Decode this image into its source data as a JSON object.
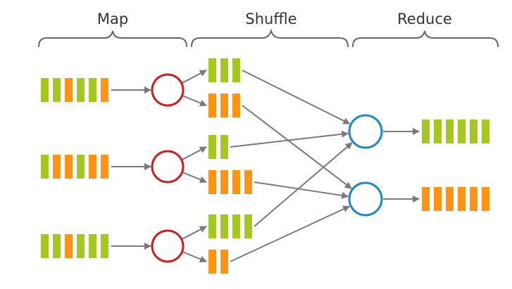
{
  "phases": [
    {
      "id": "map",
      "label": "Map"
    },
    {
      "id": "shuffle",
      "label": "Shuffle"
    },
    {
      "id": "reduce",
      "label": "Reduce"
    }
  ],
  "colors": {
    "green": "#a5c820",
    "orange": "#ff9316",
    "mapper_stroke": "#cc1e1e",
    "reducer_stroke": "#1e88c8",
    "arrow": "#7a7a7a",
    "brace": "#666666",
    "text": "#333333"
  },
  "inputs": [
    [
      "green",
      "green",
      "orange",
      "green",
      "green",
      "orange"
    ],
    [
      "green",
      "orange",
      "orange",
      "green",
      "orange",
      "orange"
    ],
    [
      "green",
      "green",
      "orange",
      "green",
      "green",
      "green"
    ]
  ],
  "shuffle_partitions": [
    {
      "cells": [
        "green",
        "green",
        "green"
      ],
      "reducer": 0
    },
    {
      "cells": [
        "orange",
        "orange",
        "orange"
      ],
      "reducer": 1
    },
    {
      "cells": [
        "green",
        "green"
      ],
      "reducer": 0
    },
    {
      "cells": [
        "orange",
        "orange",
        "orange",
        "orange"
      ],
      "reducer": 1
    },
    {
      "cells": [
        "green",
        "green",
        "green",
        "green"
      ],
      "reducer": 0
    },
    {
      "cells": [
        "orange",
        "orange"
      ],
      "reducer": 1
    }
  ],
  "outputs": [
    [
      "green",
      "green",
      "green",
      "green",
      "green",
      "green"
    ],
    [
      "orange",
      "orange",
      "orange",
      "orange",
      "orange",
      "orange"
    ]
  ]
}
